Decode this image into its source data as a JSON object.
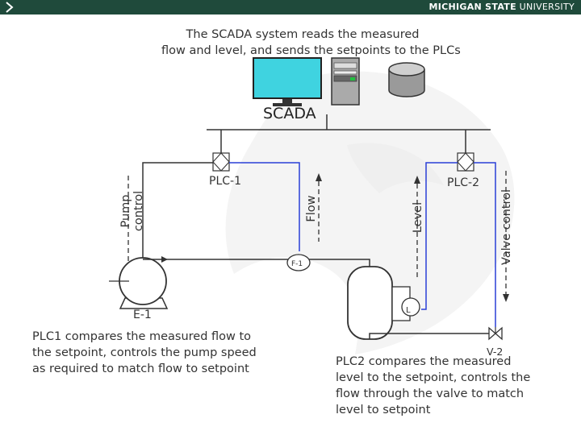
{
  "header": {
    "brand_bold": "MICHIGAN STATE",
    "brand_light": " UNIVERSITY",
    "nav_icon": "chevron-right-icon"
  },
  "captions": {
    "top_line1": "The SCADA system reads the measured",
    "top_line2": "flow and level, and sends the setpoints to the PLCs",
    "plc1_line1": "PLC1 compares the measured flow to",
    "plc1_line2": "the setpoint, controls the pump speed",
    "plc1_line3": "as required to match flow to setpoint",
    "plc2_line1": "PLC2 compares the measured",
    "plc2_line2": "level to the setpoint, controls the",
    "plc2_line3": "flow through the valve to match",
    "plc2_line4": "level to setpoint"
  },
  "labels": {
    "scada": "SCADA",
    "plc1": "PLC-1",
    "plc2": "PLC-2",
    "e1": "E-1",
    "v2": "V-2",
    "f1": "F-1",
    "l": "L",
    "pump_control_line1": "Pump",
    "pump_control_line2": "control",
    "flow": "Flow",
    "level": "Level",
    "valve_control": "Valve control"
  },
  "colors": {
    "header_bg": "#1f4a3b",
    "signal_blue": "#2a3fd6",
    "monitor_screen": "#3fd3e0",
    "line": "#333333"
  }
}
